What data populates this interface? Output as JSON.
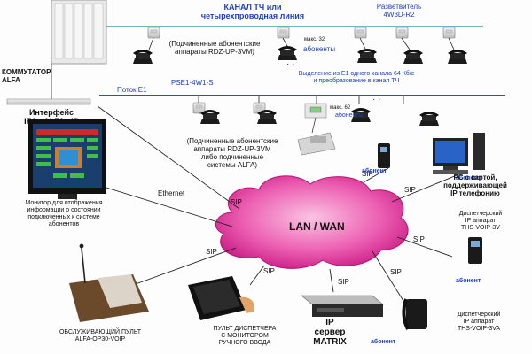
{
  "top": {
    "channel_line1": "КАНАЛ ТЧ или",
    "channel_line2": "четырехпроводная линия",
    "splitter_line1": "Разветвитель",
    "splitter_line2": "4W3D-R2",
    "subscriber_sets": "(Подчиненные абонентские",
    "subscriber_sets_2": "аппараты RDZ-UP-3VM)",
    "max_top": "макс. 32",
    "subscribers_top": "абоненты"
  },
  "switch": {
    "title_line1": "КОММУТАТОР",
    "title_line2": "ALFA"
  },
  "e1": {
    "stream_label": "Поток E1",
    "pse_label": "PSE1-4W1-S",
    "allocation_line1": "Выделение из E1 одного канала 64 Кб/с",
    "allocation_line2": "и преобразование в канал ТЧ",
    "max_mid": "макс. 62",
    "subscribers_mid": "абоненты"
  },
  "interface": {
    "line1": "Интерфейс",
    "line2": "IFC - ALFA - IP"
  },
  "subordinate": {
    "line1": "(Подчиненные абонентские",
    "line2": "аппараты RDZ-UP-3VM",
    "line3": "либо подчиненные",
    "line4": "системы ALFA)"
  },
  "monitor": {
    "line1": "Монитор для отображения",
    "line2": "информации о состоянии",
    "line3": "подключенных к системе",
    "line4": "абонентов"
  },
  "network": {
    "ethernet": "Ethernet",
    "cloud": "LAN / WAN",
    "sip": "SIP"
  },
  "pc": {
    "line1": "PC с картой,",
    "line2": "поддерживающей",
    "line3": "IP телефонию"
  },
  "subscriber_label": "абонент",
  "dispatcher_ip": {
    "line1": "Диспетчерский",
    "line2": "IP аппарат",
    "line3": "THS-VOIP-3V"
  },
  "dispatcher_ip_va": {
    "line1": "Диспетчерский",
    "line2": "IP аппарат",
    "line3": "THS-VOIP-3VA"
  },
  "server": {
    "line1": "IP",
    "line2": "сервер",
    "line3": "MATRIX"
  },
  "console": {
    "line1": "ПУЛЬТ ДИСПЕТЧЕРА",
    "line2": "С МОНИТОРОМ",
    "line3": "РУЧНОГО ВВОДА"
  },
  "service_console": {
    "line1": "ОБСЛУЖИВАЮЩИЙ ПУЛЬТ",
    "line2": "ALFA-OP30-VOIP"
  },
  "colors": {
    "wire": "#222222",
    "tch_line": "#3aa0a8",
    "e1_line": "#1c2bbf",
    "cloud": "#d9208f",
    "label_blue": "#1d3fbf"
  }
}
